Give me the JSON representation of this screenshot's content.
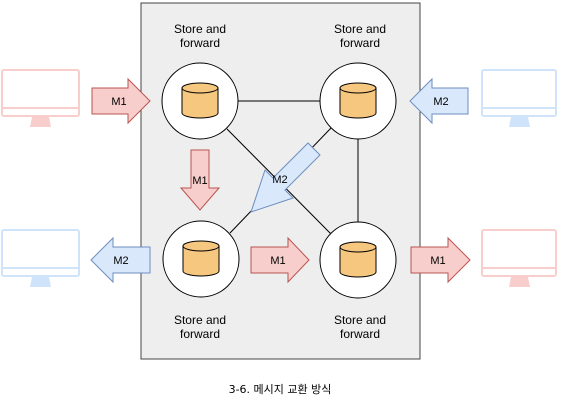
{
  "nodes": {
    "top_left": {
      "label_line1": "Store and",
      "label_line2": "forward"
    },
    "top_right": {
      "label_line1": "Store and",
      "label_line2": "forward"
    },
    "bottom_left": {
      "label_line1": "Store and",
      "label_line2": "forward"
    },
    "bottom_right": {
      "label_line1": "Store and",
      "label_line2": "forward"
    }
  },
  "arrows": {
    "in_top_left": "M1",
    "in_top_right": "M2",
    "down_left": "M1",
    "diagonal": "M2",
    "out_bottom_left": "M2",
    "middle_bottom": "M1",
    "out_bottom_right": "M1"
  },
  "caption": "3-6. 메시지 교환 방식",
  "colors": {
    "m1_fill": "#f8cecc",
    "m1_stroke": "#b85450",
    "m2_fill": "#dae8fc",
    "m2_stroke": "#6c8ebf",
    "cylinder_fill": "#f6c77f",
    "cylinder_stroke": "#000000",
    "panel_fill": "#eeeeee",
    "pc_red": "#f8cecc",
    "pc_blue": "#cfe3fb"
  }
}
